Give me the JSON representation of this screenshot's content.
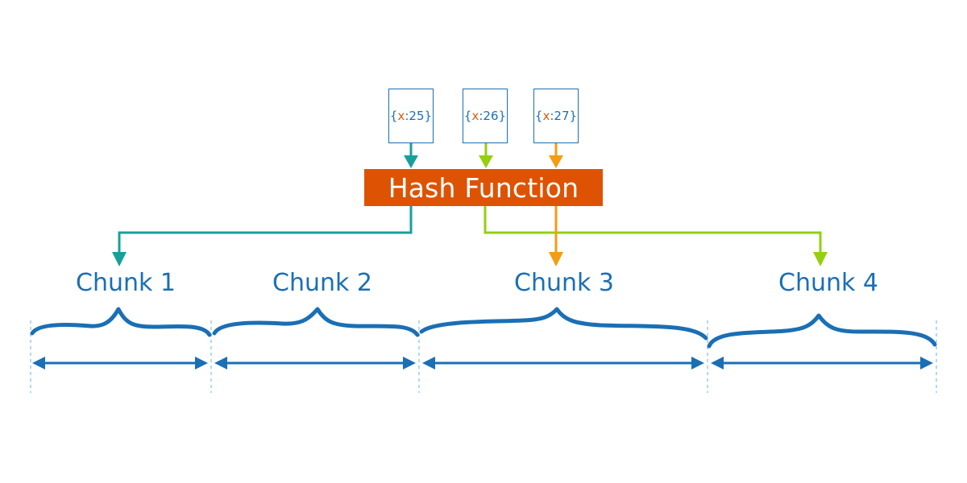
{
  "documents": [
    {
      "open": "{",
      "key": "x",
      "sep": ": ",
      "value": "25",
      "close": "}"
    },
    {
      "open": "{",
      "key": "x",
      "sep": ": ",
      "value": "26",
      "close": "}"
    },
    {
      "open": "{",
      "key": "x",
      "sep": ": ",
      "value": "27",
      "close": "}"
    }
  ],
  "hash_function": {
    "label": "Hash Function"
  },
  "chunks": [
    {
      "label": "Chunk 1"
    },
    {
      "label": "Chunk 2"
    },
    {
      "label": "Chunk 3"
    },
    {
      "label": "Chunk 4"
    }
  ],
  "colors": {
    "doc1_arrow": "#16a09a",
    "doc2_arrow": "#94cf10",
    "doc3_arrow": "#f29d13",
    "hash_box": "#de5303",
    "chunk_blue": "#1a6fb5",
    "key_orange": "#e25a0d",
    "divider": "#9ccbe8"
  }
}
